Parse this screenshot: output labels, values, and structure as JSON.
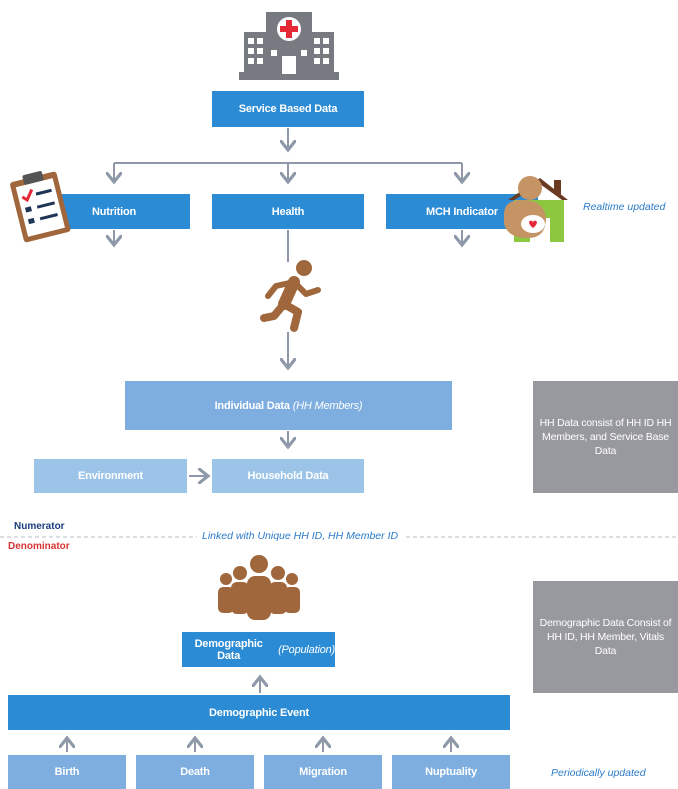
{
  "top": {
    "service_based_data": "Service Based Data"
  },
  "branches": {
    "nutrition": "Nutrition",
    "health": "Health",
    "mch": "MCH Indicator"
  },
  "realtime_note": "Realtime updated",
  "individual": {
    "label": "Individual Data",
    "sub": "(HH Members)"
  },
  "environment": "Environment",
  "household": "Household Data",
  "hh_note": "HH Data consist of HH ID HH Members, and Service Base Data",
  "numerator": "Numerator",
  "denominator": "Denominator",
  "linked_text": "Linked with Unique HH ID, HH Member ID",
  "demographic_data": {
    "label": "Demographic Data",
    "sub": "(Population)"
  },
  "demo_note": "Demographic Data Consist of HH ID, HH Member, Vitals Data",
  "demographic_event": "Demographic Event",
  "events": {
    "birth": "Birth",
    "death": "Death",
    "migration": "Migration",
    "nuptuality": "Nuptuality"
  },
  "periodic_note": "Periodically updated",
  "colors": {
    "dark_blue": "#2b8bd4",
    "mid_blue": "#7daedf",
    "light_blue": "#9cc3e8",
    "gray_note": "#98999f",
    "arrow": "#8e98a8",
    "brown": "#a0673c",
    "numerator": "#1a3d7c",
    "denominator": "#d83434"
  }
}
